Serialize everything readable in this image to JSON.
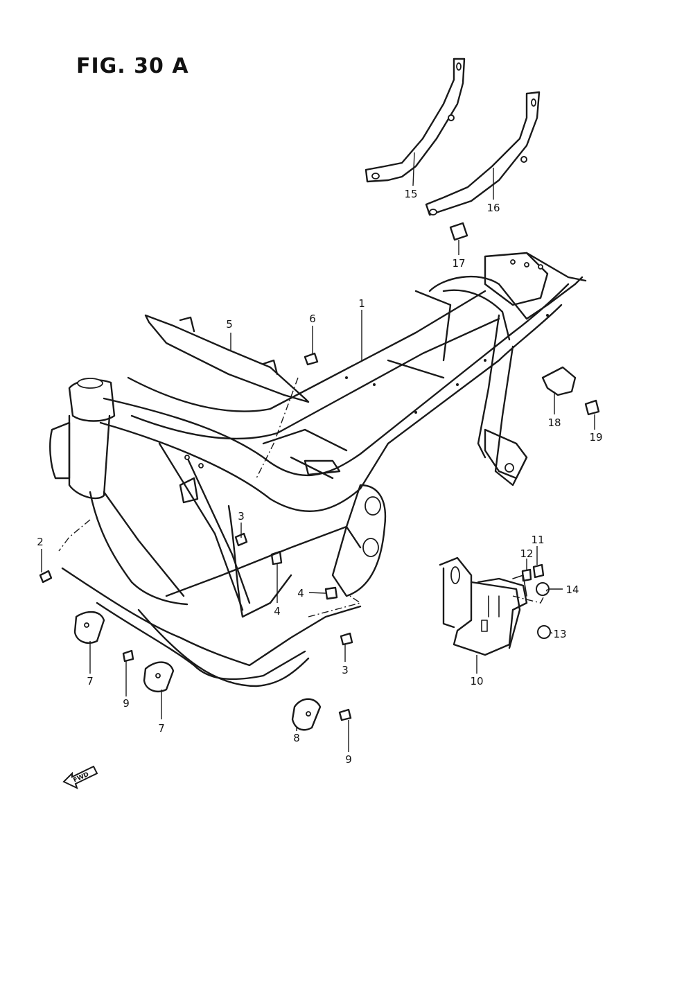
{
  "figure": {
    "title": "FIG. 30 A"
  },
  "fwd_label": "FWD",
  "callouts": [
    {
      "id": "c1",
      "label": "1"
    },
    {
      "id": "c2",
      "label": "2"
    },
    {
      "id": "c3a",
      "label": "3"
    },
    {
      "id": "c3b",
      "label": "3"
    },
    {
      "id": "c4a",
      "label": "4"
    },
    {
      "id": "c4b",
      "label": "4"
    },
    {
      "id": "c5",
      "label": "5"
    },
    {
      "id": "c6",
      "label": "6"
    },
    {
      "id": "c7a",
      "label": "7"
    },
    {
      "id": "c7b",
      "label": "7"
    },
    {
      "id": "c8",
      "label": "8"
    },
    {
      "id": "c9a",
      "label": "9"
    },
    {
      "id": "c9b",
      "label": "9"
    },
    {
      "id": "c10",
      "label": "10"
    },
    {
      "id": "c11",
      "label": "11"
    },
    {
      "id": "c12",
      "label": "12"
    },
    {
      "id": "c13",
      "label": "13"
    },
    {
      "id": "c14",
      "label": "14"
    },
    {
      "id": "c15",
      "label": "15"
    },
    {
      "id": "c16",
      "label": "16"
    },
    {
      "id": "c17",
      "label": "17"
    },
    {
      "id": "c18",
      "label": "18"
    },
    {
      "id": "c19",
      "label": "19"
    }
  ]
}
